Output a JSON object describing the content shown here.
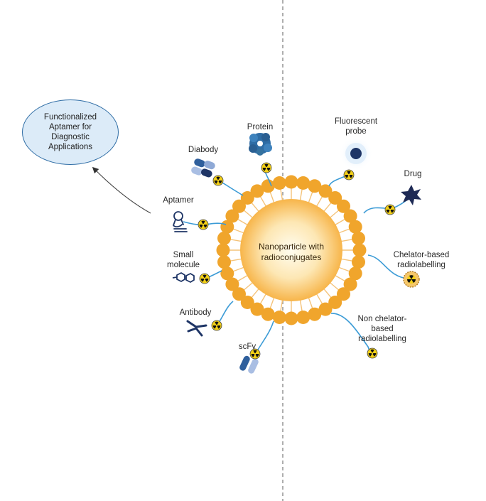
{
  "callout": {
    "text": "Functionalized\nAptamer for\nDiagnostic\nApplications"
  },
  "nanoparticle": {
    "label": "Nanoparticle with\nradioconjugates"
  },
  "labels": {
    "protein": "Protein",
    "fluorescent_probe": "Fluorescent\nprobe",
    "diabody": "Diabody",
    "drug": "Drug",
    "aptamer": "Aptamer",
    "small_molecule": "Small\nmolecule",
    "chelator_based": "Chelator-based\nradiolabelling",
    "antibody": "Antibody",
    "non_chelator": "Non chelator-\nbased\nradiolabelling",
    "scfv": "scFv"
  },
  "colors": {
    "bead": "#f0a52c",
    "core_center": "#fffbe8",
    "core_edge": "#f7b54a",
    "linker": "#3b9bd6",
    "radio_badge": "#f3d017",
    "radio_symbol": "#111111",
    "navy": "#1e3566",
    "callout_fill": "#dcebf8",
    "callout_border": "#2f6da5",
    "divider": "#9a9a9a"
  },
  "icons": [
    "radiation-icon",
    "protein-icon",
    "fluorescent-probe-icon",
    "diabody-icon",
    "drug-star-icon",
    "aptamer-icon",
    "small-molecule-icon",
    "chelator-icon",
    "antibody-icon",
    "scfv-icon"
  ]
}
